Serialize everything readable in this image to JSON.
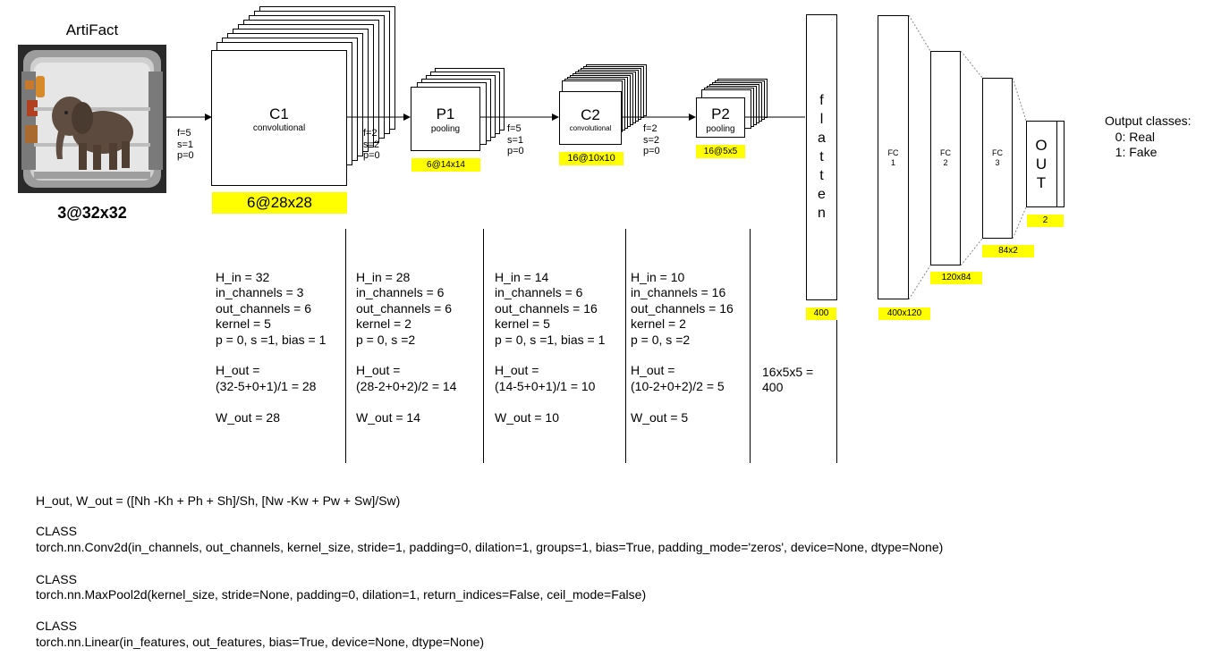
{
  "input": {
    "title": "ArtiFact",
    "shape": "3@32x32",
    "image_description": "elephant-in-refrigerator"
  },
  "layers": {
    "c1": {
      "name": "C1",
      "type": "convolutional",
      "shape": "6@28x28",
      "hyper": "f=5\ns=1\np=0",
      "calc": "H_in = 32\nin_channels = 3\nout_channels = 6\nkernel = 5\np = 0, s =1, bias = 1\n\nH_out =\n(32-5+0+1)/1 = 28\n\nW_out = 28"
    },
    "p1": {
      "name": "P1",
      "type": "pooling",
      "shape": "6@14x14",
      "hyper": "f=2\ns=2\np=0",
      "calc": "H_in = 28\nin_channels = 6\nout_channels = 6\nkernel = 2\np = 0, s =2\n\nH_out =\n(28-2+0+2)/2 = 14\n\nW_out = 14"
    },
    "c2": {
      "name": "C2",
      "type": "convolutional",
      "shape": "16@10x10",
      "hyper": "f=5\ns=1\np=0",
      "calc": "H_in = 14\nin_channels = 6\nout_channels = 16\nkernel = 5\np = 0, s =1, bias = 1\n\nH_out =\n(14-5+0+1)/1 = 10\n\nW_out = 10"
    },
    "p2": {
      "name": "P2",
      "type": "pooling",
      "shape": "16@5x5",
      "hyper": "f=2\ns=2\np=0",
      "calc": "H_in = 10\nin_channels = 16\nout_channels = 16\nkernel = 2\np = 0, s =2\n\nH_out =\n(10-2+0+2)/2 = 5\n\nW_out = 5"
    },
    "flatten": {
      "letters": "f\nl\na\nt\nt\ne\nn",
      "shape": "400",
      "calc": "16x5x5 =\n400"
    },
    "fc1": {
      "label": "FC\n1",
      "shape": "400x120"
    },
    "fc2": {
      "label": "FC\n2",
      "shape": "120x84"
    },
    "fc3": {
      "label": "FC\n3",
      "shape": "84x2"
    },
    "out": {
      "label": "O\nU\nT",
      "shape": "2"
    }
  },
  "output_classes": "Output classes:\n   0: Real\n   1: Fake",
  "footer": {
    "formula": "H_out, W_out = ([Nh -Kh + Ph + Sh]/Sh, [Nw -Kw + Pw + Sw]/Sw)",
    "class_label_1": "CLASS",
    "conv2d": "torch.nn.Conv2d(in_channels, out_channels, kernel_size, stride=1, padding=0, dilation=1, groups=1, bias=True, padding_mode='zeros', device=None, dtype=None)",
    "class_label_2": "CLASS",
    "maxpool2d": "torch.nn.MaxPool2d(kernel_size, stride=None, padding=0, dilation=1, return_indices=False, ceil_mode=False)",
    "class_label_3": "CLASS",
    "linear": "torch.nn.Linear(in_features, out_features, bias=True, device=None, dtype=None)"
  },
  "colors": {
    "highlight": "#ffff00",
    "line": "#000000",
    "dotted": "#888888"
  }
}
